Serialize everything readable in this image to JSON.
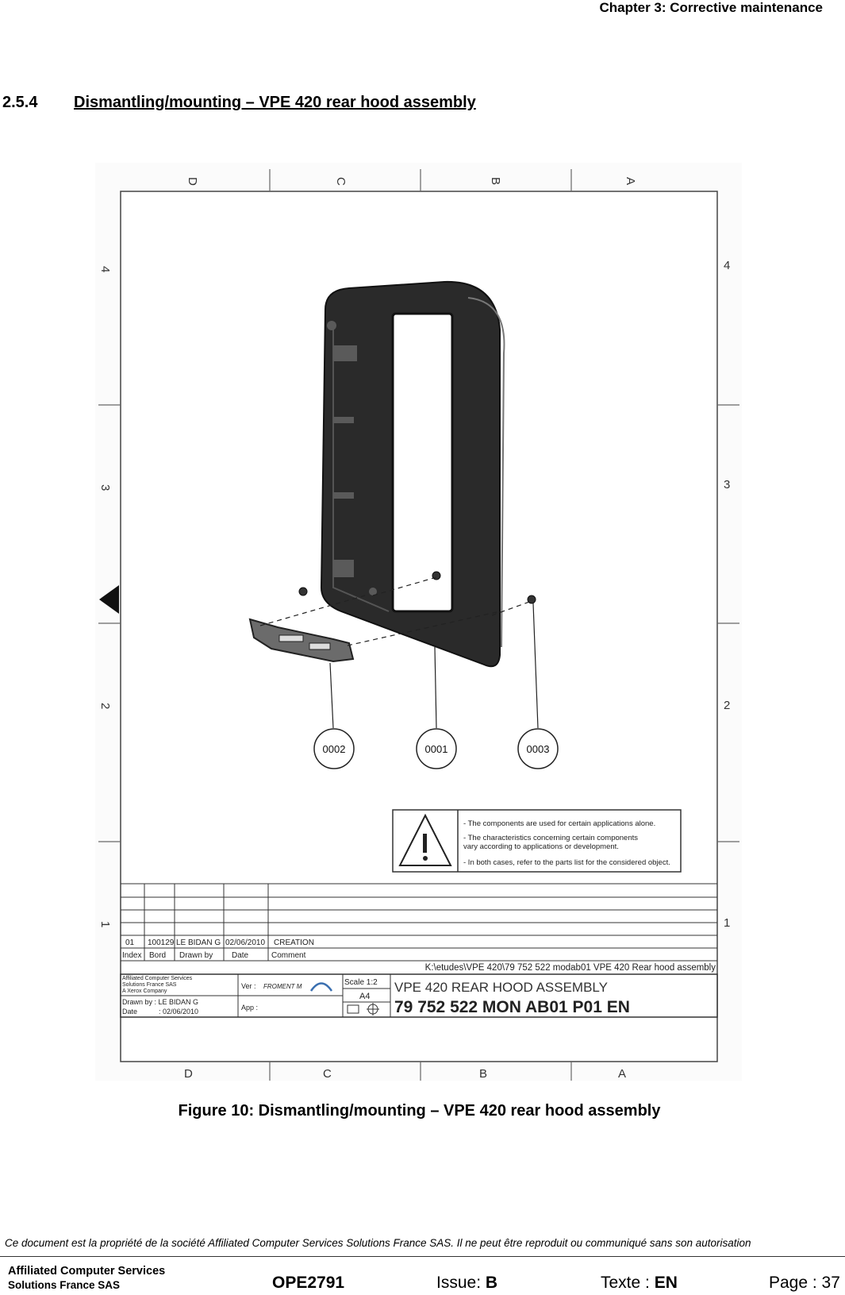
{
  "header": {
    "chapter": "Chapter 3: Corrective maintenance"
  },
  "section": {
    "number": "2.5.4",
    "title": "Dismantling/mounting – VPE 420 rear hood assembly"
  },
  "drawing": {
    "col_labels_top": [
      "D",
      "C",
      "B",
      "A"
    ],
    "col_labels_bottom": [
      "D",
      "C",
      "B",
      "A"
    ],
    "row_labels": [
      "4",
      "3",
      "2",
      "1"
    ],
    "balloons": [
      "0002",
      "0001",
      "0003"
    ],
    "warning": {
      "line1": "- The components are used for certain applications alone.",
      "line2a": "- The characteristics concerning certain components",
      "line2b": "vary according to applications or development.",
      "line3": "- In both cases, refer to the parts list for the considered object."
    },
    "revision": {
      "index": "01",
      "bord": "100129",
      "drawn_by": "LE BIDAN G",
      "date": "02/06/2010",
      "comment": "CREATION",
      "headers": {
        "index": "Index",
        "bord": "Bord",
        "drawn_by": "Drawn by",
        "date": "Date",
        "comment": "Comment"
      }
    },
    "file_path": "K:\\etudes\\VPE 420\\79 752 522 modab01 VPE 420 Rear hood assembly",
    "title_block": {
      "company1": "Affiliated Computer Services",
      "company2": "Solutions France SAS",
      "company3": "A Xerox Company",
      "drawn_by": "Drawn by : LE BIDAN G",
      "date_label": "Date",
      "date_value": ": 02/06/2010",
      "ver_label": "Ver :",
      "ver_value": "FROMENT M",
      "app_label": "App :",
      "scale": "Scale 1:2",
      "format": "A4",
      "title": "VPE 420 REAR HOOD ASSEMBLY",
      "part_number": "79 752 522 MON AB01 P01 EN"
    }
  },
  "caption": "Figure 10: Dismantling/mounting – VPE 420 rear hood assembly",
  "footer": {
    "disclaimer": "Ce document est la propriété de la société Affiliated Computer Services Solutions France SAS. Il ne peut être reproduit ou communiqué sans son autorisation",
    "company_line1": "Affiliated Computer Services",
    "company_line2": "Solutions France SAS",
    "doc_code": "OPE2791",
    "issue_label": "Issue: ",
    "issue_value": "B",
    "texte_label": "Texte : ",
    "texte_value": "EN",
    "page": "Page : 37"
  }
}
